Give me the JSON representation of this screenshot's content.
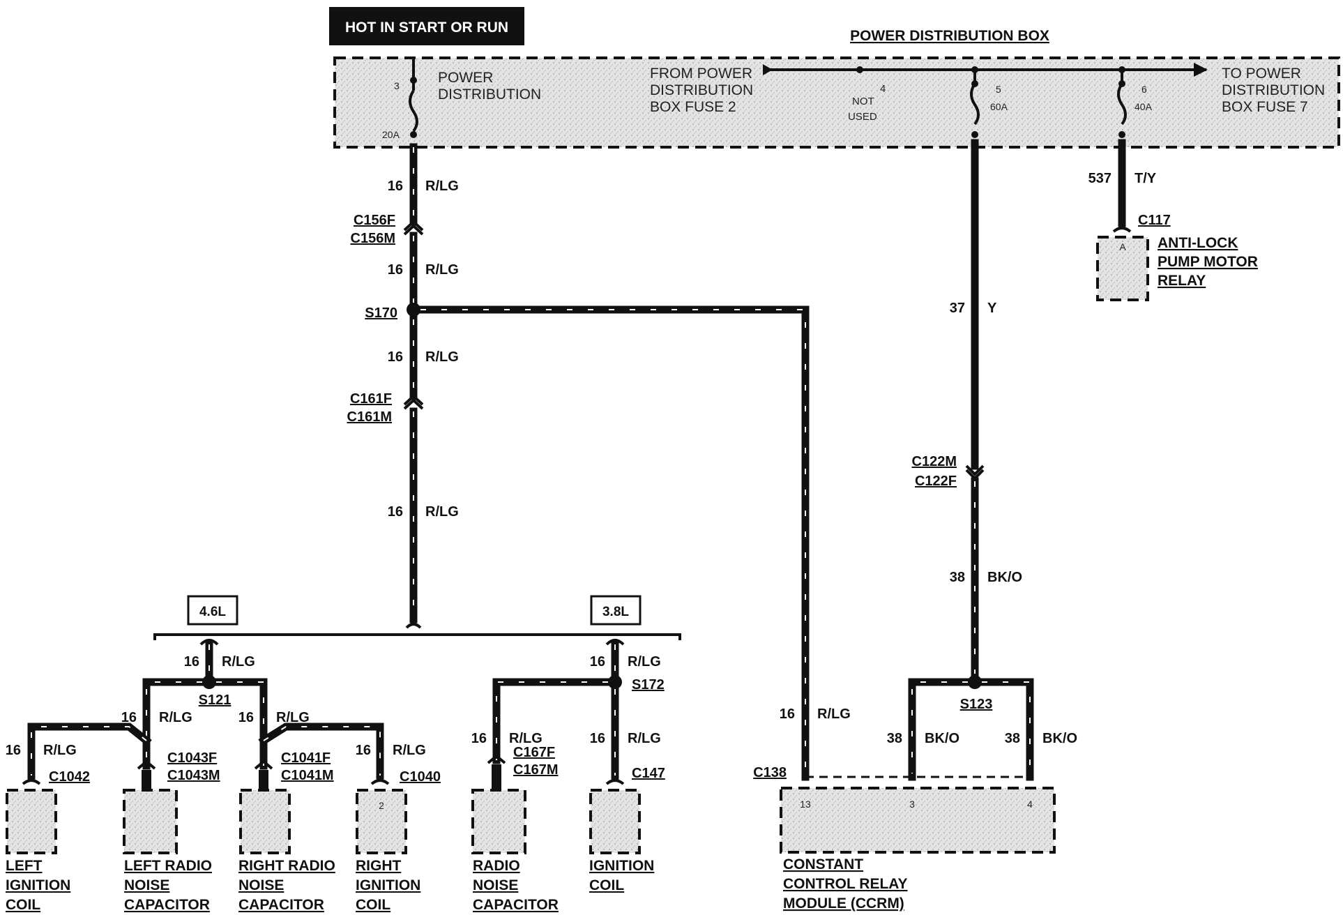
{
  "header": {
    "hot_label": "HOT IN START OR RUN",
    "pdb_title": "POWER DISTRIBUTION BOX"
  },
  "pdb": {
    "left_text": [
      "POWER",
      "DISTRIBUTION"
    ],
    "from_text": [
      "FROM POWER",
      "DISTRIBUTION",
      "BOX FUSE 2"
    ],
    "to_text": [
      "TO POWER",
      "DISTRIBUTION",
      "BOX FUSE 7"
    ],
    "fuses": [
      {
        "num": "3",
        "rating": "20A"
      },
      {
        "num": "4",
        "rating": "",
        "note": [
          "NOT",
          "USED"
        ]
      },
      {
        "num": "5",
        "rating": "60A"
      },
      {
        "num": "6",
        "rating": "40A"
      }
    ]
  },
  "wires": {
    "w1": {
      "gauge": "16",
      "color": "R/LG"
    },
    "w2": {
      "gauge": "16",
      "color": "R/LG"
    },
    "w3": {
      "gauge": "16",
      "color": "R/LG"
    },
    "w4": {
      "gauge": "16",
      "color": "R/LG"
    },
    "w_ccrm": {
      "gauge": "16",
      "color": "R/LG"
    },
    "w_37": {
      "gauge": "37",
      "color": "Y"
    },
    "w_38": {
      "gauge": "38",
      "color": "BK/O"
    },
    "w_38a": {
      "gauge": "38",
      "color": "BK/O"
    },
    "w_38b": {
      "gauge": "38",
      "color": "BK/O"
    },
    "w_537": {
      "gauge": "537",
      "color": "T/Y"
    },
    "w_s121": {
      "gauge": "16",
      "color": "R/LG"
    },
    "w_lic": {
      "gauge": "16",
      "color": "R/LG"
    },
    "w_lrnc": {
      "gauge": "16",
      "color": "R/LG"
    },
    "w_rrnc": {
      "gauge": "16",
      "color": "R/LG"
    },
    "w_ric": {
      "gauge": "16",
      "color": "R/LG"
    },
    "w_s172": {
      "gauge": "16",
      "color": "R/LG"
    },
    "w_rnc": {
      "gauge": "16",
      "color": "R/LG"
    },
    "w_ic": {
      "gauge": "16",
      "color": "R/LG"
    }
  },
  "connectors": {
    "c156": [
      "C156F",
      "C156M"
    ],
    "c161": [
      "C161F",
      "C161M"
    ],
    "c122": [
      "C122M",
      "C122F"
    ],
    "c1043": [
      "C1043F",
      "C1043M"
    ],
    "c1041": [
      "C1041F",
      "C1041M"
    ],
    "c167": [
      "C167F",
      "C167M"
    ],
    "c117": "C117",
    "c1042": "C1042",
    "c1040": "C1040",
    "c147": "C147",
    "c138": "C138"
  },
  "splices": {
    "s170": "S170",
    "s121": "S121",
    "s172": "S172",
    "s123": "S123"
  },
  "engines": {
    "e46": "4.6L",
    "e38": "3.8L"
  },
  "components": {
    "abs_relay": {
      "name": [
        "ANTI-LOCK",
        "PUMP MOTOR",
        "RELAY"
      ],
      "pin": "A"
    },
    "left_coil": {
      "name": [
        "LEFT",
        "IGNITION",
        "COIL"
      ]
    },
    "left_cap": {
      "name": [
        "LEFT RADIO",
        "NOISE",
        "CAPACITOR"
      ]
    },
    "right_cap": {
      "name": [
        "RIGHT RADIO",
        "NOISE",
        "CAPACITOR"
      ]
    },
    "right_coil": {
      "name": [
        "RIGHT",
        "IGNITION",
        "COIL"
      ],
      "pin": "2"
    },
    "radio_cap": {
      "name": [
        "RADIO",
        "NOISE",
        "CAPACITOR"
      ]
    },
    "ign_coil": {
      "name": [
        "IGNITION",
        "COIL"
      ]
    },
    "ccrm": {
      "name": [
        "CONSTANT",
        "CONTROL RELAY",
        "MODULE (CCRM)"
      ],
      "pins": [
        "13",
        "3",
        "4"
      ]
    }
  }
}
